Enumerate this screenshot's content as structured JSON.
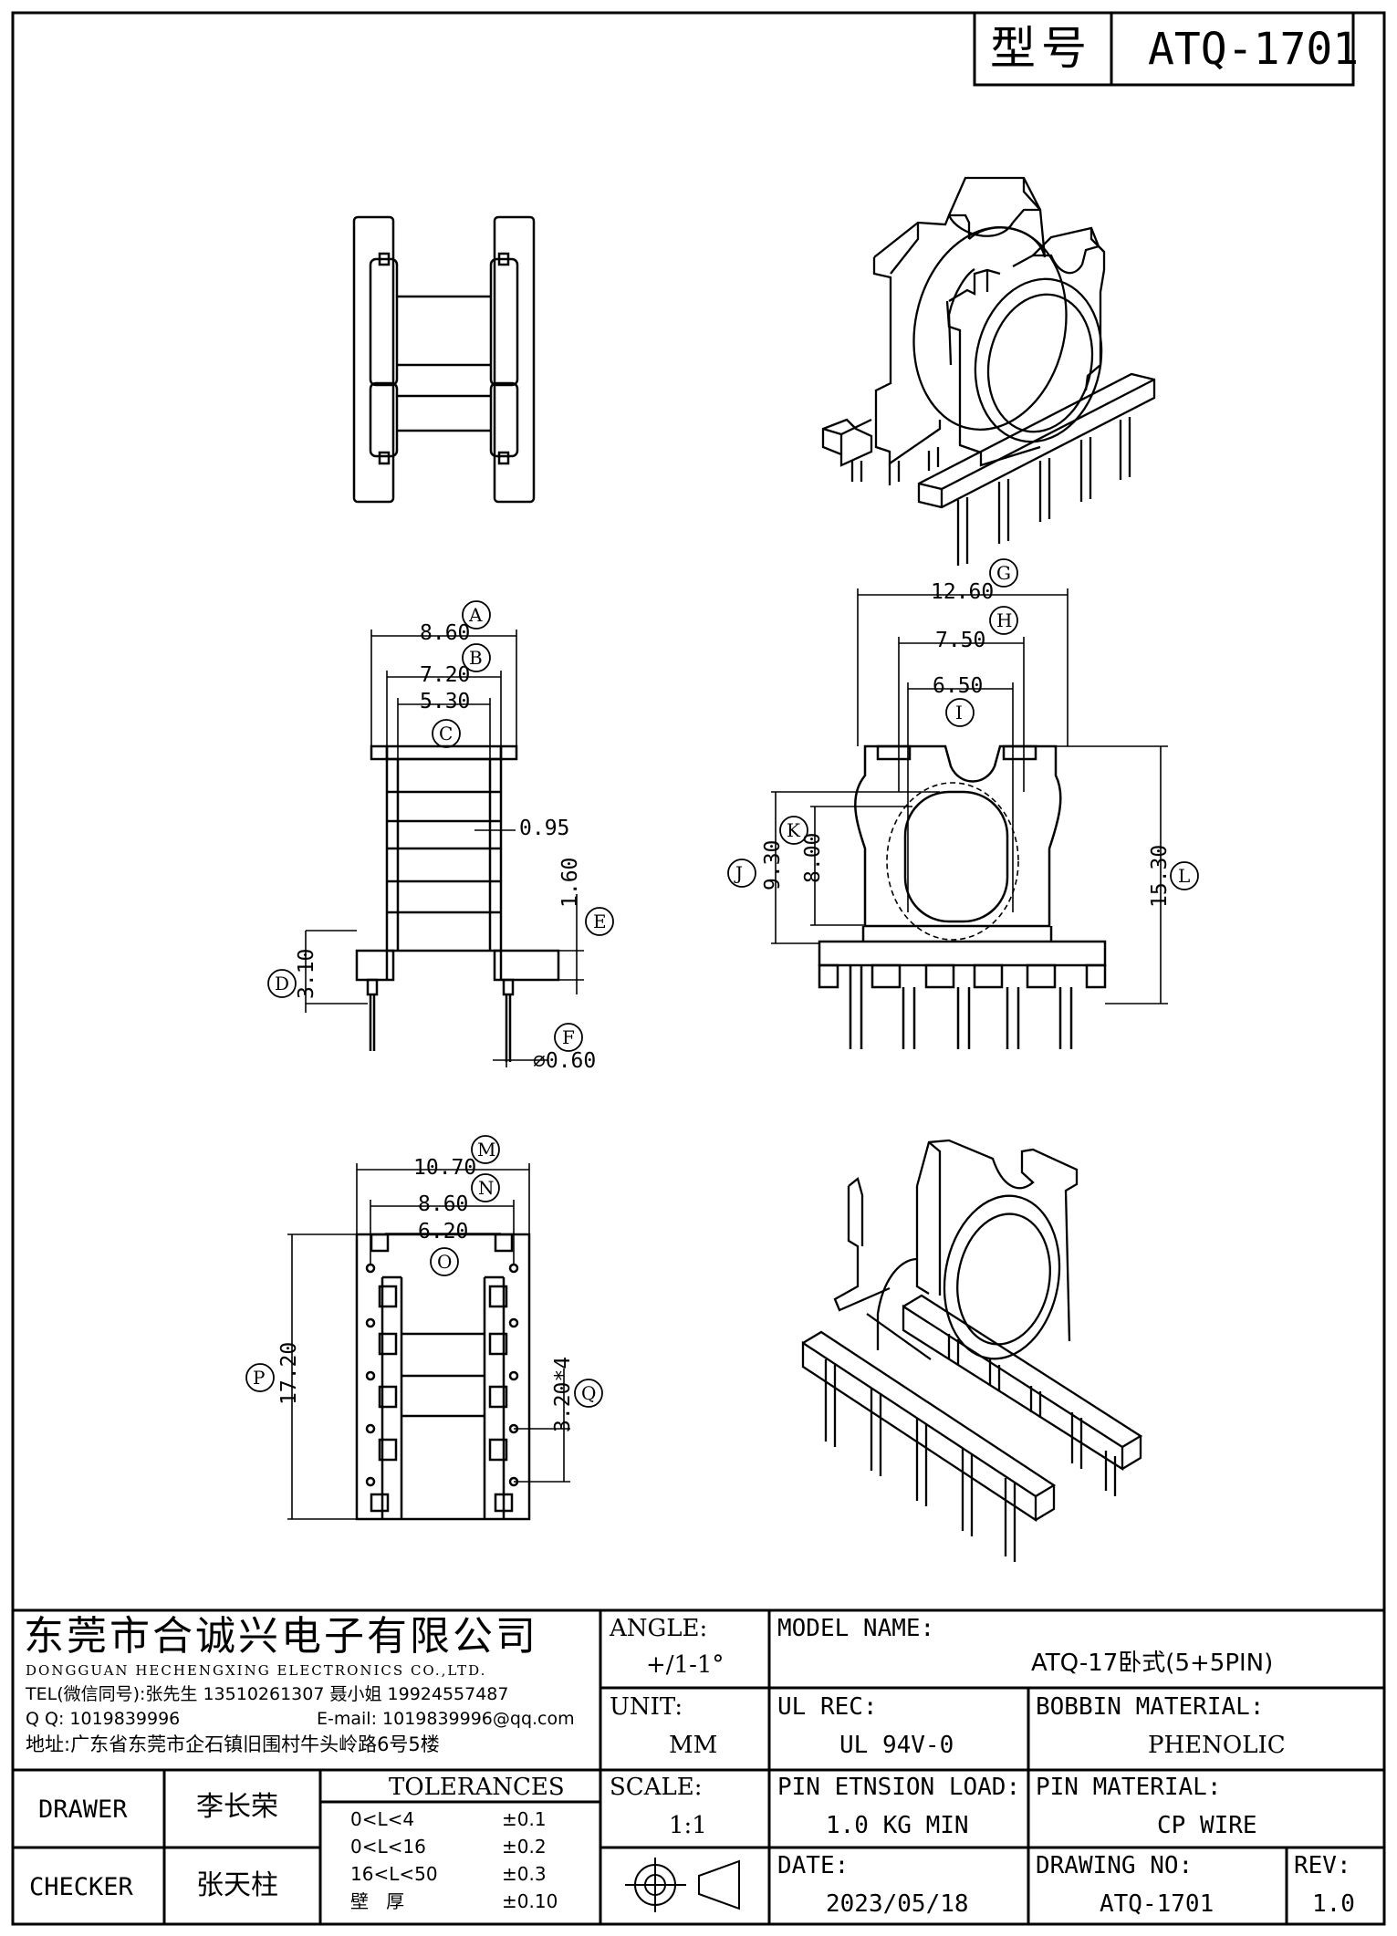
{
  "header": {
    "label_model": "型号",
    "model_code": "ATQ-1701"
  },
  "dimensions": {
    "A": "8.60",
    "B": "7.20",
    "C": "5.30",
    "thickness": "0.95",
    "E": "1.60",
    "D": "3.10",
    "F": "⌀0.60",
    "G": "12.60",
    "H": "7.50",
    "I": "6.50",
    "J": "9.30",
    "K": "8.00",
    "L": "15.30",
    "M": "10.70",
    "N": "8.60",
    "O": "6.20",
    "P": "17.20",
    "Q": "3.20*4"
  },
  "callouts": [
    "A",
    "B",
    "C",
    "D",
    "E",
    "F",
    "G",
    "H",
    "I",
    "J",
    "K",
    "L",
    "M",
    "N",
    "O",
    "P",
    "Q"
  ],
  "company": {
    "name_cn": "东莞市合诚兴电子有限公司",
    "name_en": "DONGGUAN HECHENGXING ELECTRONICS CO.,LTD.",
    "tel": "TEL(微信同号):张先生 13510261307 聂小姐 19924557487",
    "qq": "Q Q: 1019839996",
    "email": "E-mail: 1019839996@qq.com",
    "address": "地址:广东省东莞市企石镇旧围村牛头岭路6号5楼"
  },
  "title_block": {
    "angle_label": "ANGLE:",
    "angle_value": "+/1-1°",
    "unit_label": "UNIT:",
    "unit_value": "MM",
    "scale_label": "SCALE:",
    "scale_value": "1:1",
    "model_name_label": "MODEL NAME:",
    "model_name_value": "ATQ-17卧式(5+5PIN)",
    "ul_label": "UL REC:",
    "ul_value": "UL 94V-0",
    "bobbin_label": "BOBBIN MATERIAL:",
    "bobbin_value": "PHENOLIC",
    "pin_load_label": "PIN ETNSION LOAD:",
    "pin_load_value": "1.0 KG MIN",
    "pin_material_label": "PIN MATERIAL:",
    "pin_material_value": "CP WIRE",
    "date_label": "DATE:",
    "date_value": "2023/05/18",
    "drawing_no_label": "DRAWING NO:",
    "drawing_no_value": "ATQ-1701",
    "rev_label": "REV:",
    "rev_value": "1.0",
    "drawer_label": "DRAWER",
    "drawer_value": "李长荣",
    "checker_label": "CHECKER",
    "checker_value": "张天柱",
    "tolerances_label": "TOLERANCES",
    "tolerances": [
      {
        "range": "0<L<4",
        "value": "±0.1"
      },
      {
        "range": "0<L<16",
        "value": "±0.2"
      },
      {
        "range": "16<L<50",
        "value": "±0.3"
      },
      {
        "range": "壁   厚",
        "value": "±0.10"
      }
    ]
  }
}
